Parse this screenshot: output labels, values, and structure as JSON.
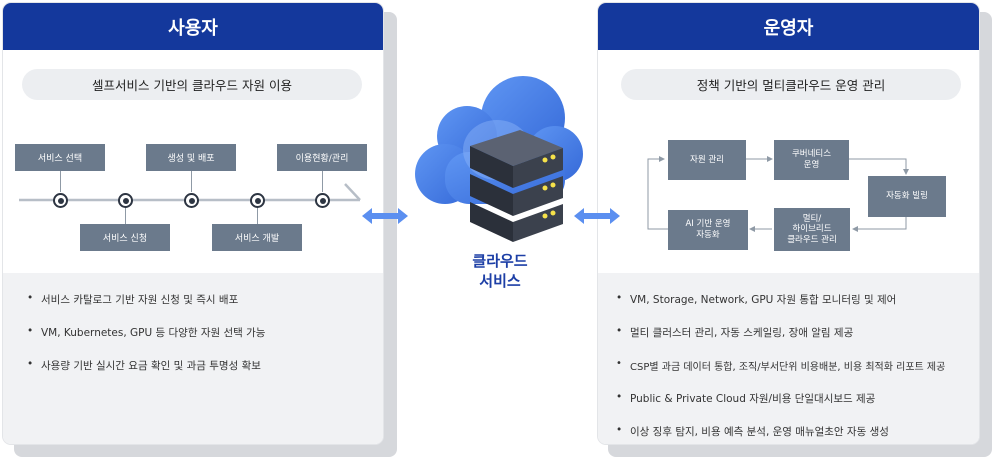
{
  "user": {
    "title": "사용자",
    "subtitle": "셀프서비스 기반의 클라우드 자원 이용",
    "steps_top": [
      "서비스 선택",
      "생성 및 배포",
      "이용현황/관리"
    ],
    "steps_bottom": [
      "서비스 신청",
      "서비스 개발"
    ],
    "bullets": [
      "서비스 카탈로그 기반 자원 신청 및 즉시 배포",
      "VM, Kubernetes, GPU 등 다양한 자원 선택 가능",
      "사용량 기반 실시간 요금 확인 및 과금 투명성 확보"
    ]
  },
  "center": {
    "line1": "클라우드",
    "line2": "서비스"
  },
  "operator": {
    "title": "운영자",
    "subtitle": "정책 기반의 멀티클라우드 운영 관리",
    "boxes": {
      "resource": "자원 관리",
      "k8s": "쿠버네티스\n운영",
      "billing": "자동화 빌링",
      "hybrid": "멀티/\n하이브리드\n클라우드 관리",
      "ai": "AI 기반 운영\n자동화"
    },
    "bullets": [
      "VM, Storage, Network, GPU 자원 통합 모니터링 및 제어",
      "멀티 클러스터 관리, 자동 스케일링, 장애 알림 제공",
      "CSP별 과금 데이터 통합, 조직/부서단위 비용배분, 비용 최적화 리포트 제공",
      "Public & Private Cloud 자원/비용 단일대시보드 제공",
      "이상 징후 탐지, 비용 예측 분석, 운영 매뉴얼초안 자동 생성"
    ]
  },
  "colors": {
    "header": "#14389c",
    "box": "#6b7a8c",
    "accent": "#1d3fa6",
    "arrow": "#5b8ff0"
  }
}
